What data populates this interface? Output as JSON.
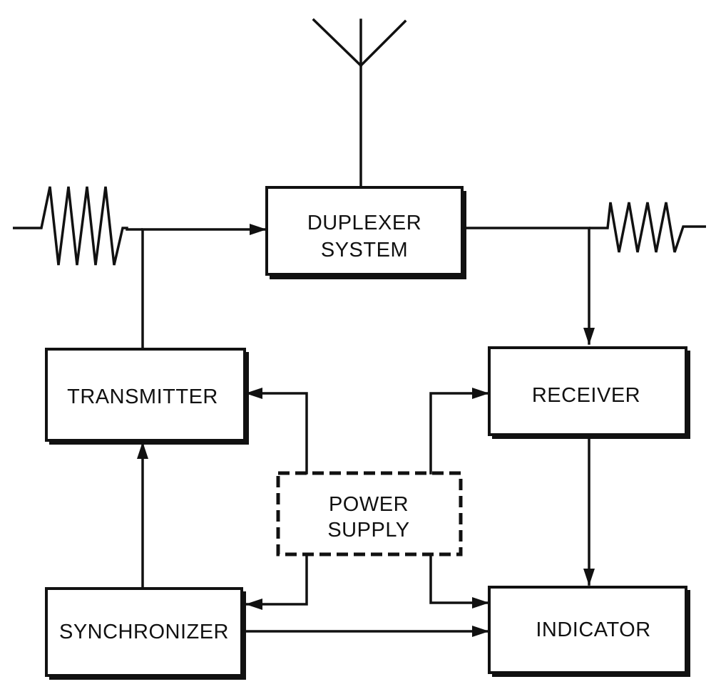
{
  "blocks": {
    "duplexer": {
      "line1": "DUPLEXER",
      "line2": "SYSTEM"
    },
    "transmitter": {
      "label": "TRANSMITTER"
    },
    "receiver": {
      "label": "RECEIVER"
    },
    "power_supply": {
      "line1": "POWER",
      "line2": "SUPPLY"
    },
    "synchronizer": {
      "label": "SYNCHRONIZER"
    },
    "indicator": {
      "label": "INDICATOR"
    }
  },
  "icons": {
    "antenna": "antenna-icon",
    "transmit_pulse": "transmit-pulse-waveform",
    "receive_pulse": "echo-pulse-waveform"
  }
}
